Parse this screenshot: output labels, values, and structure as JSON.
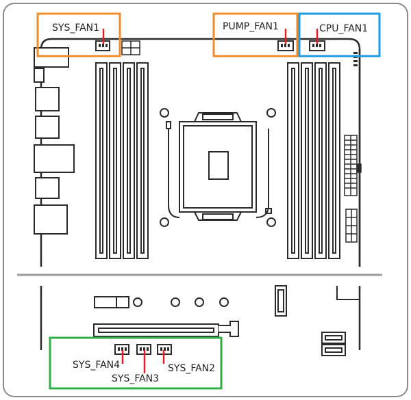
{
  "labels": {
    "sys_fan1": "SYS_FAN1",
    "pump_fan1": "PUMP_FAN1",
    "cpu_fan1": "CPU_FAN1",
    "sys_fan4": "SYS_FAN4",
    "sys_fan3": "SYS_FAN3",
    "sys_fan2": "SYS_FAN2"
  },
  "colors": {
    "orange": "#f28c28",
    "blue": "#1e9be0",
    "green": "#2fae4a",
    "red": "#e02020",
    "board": "#2a2a2a",
    "frame": "#8a8a8a",
    "divider": "#9a9a9a"
  }
}
